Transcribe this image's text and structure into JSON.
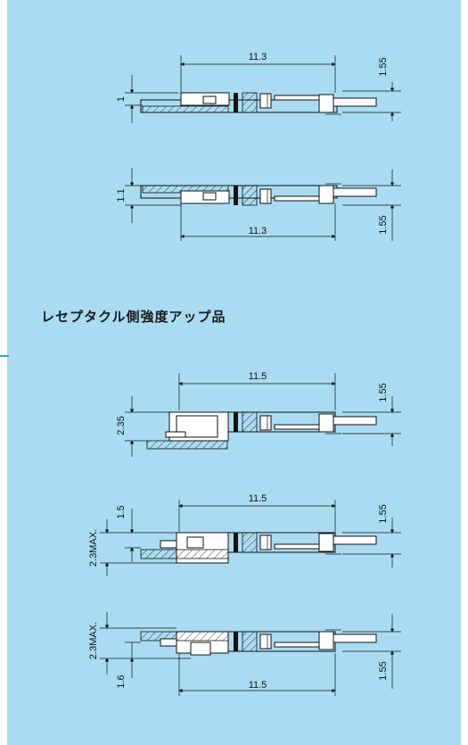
{
  "heading": "レセプタクル側強度アップ品",
  "figures": [
    {
      "id": "fig1",
      "width_label": "11.3",
      "right_label": "1.55",
      "left_label": "1"
    },
    {
      "id": "fig2",
      "width_label": "11.3",
      "right_label": "1.55",
      "left_label": "1.1"
    },
    {
      "id": "fig3",
      "width_label": "11.5",
      "right_label": "1.55",
      "left_label": "2.35"
    },
    {
      "id": "fig4",
      "width_label": "11.5",
      "right_label": "1.55",
      "left_top_label": "1.5",
      "left_label": "2.3MAX."
    },
    {
      "id": "fig5",
      "width_label": "11.5",
      "right_label": "1.55",
      "left_top_label": "2.3MAX.",
      "left_label": "1.6"
    }
  ]
}
